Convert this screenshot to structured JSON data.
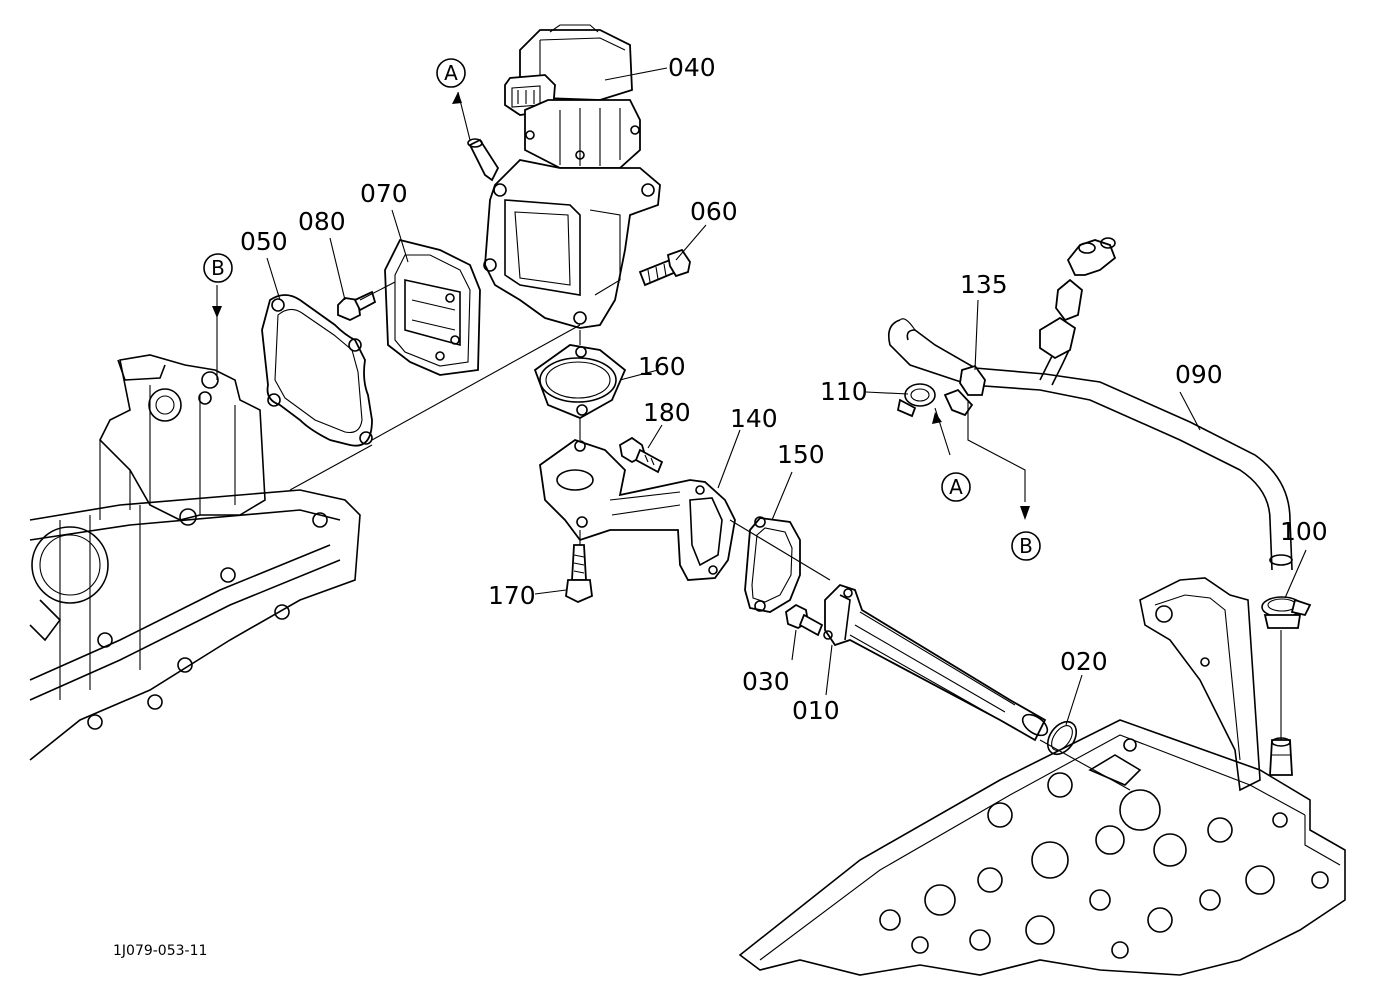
{
  "labels": {
    "p010": "010",
    "p020": "020",
    "p030": "030",
    "p040": "040",
    "p050": "050",
    "p060": "060",
    "p070": "070",
    "p080": "080",
    "p090": "090",
    "p100": "100",
    "p110": "110",
    "p135": "135",
    "p140": "140",
    "p150": "150",
    "p160": "160",
    "p170": "170",
    "p180": "180"
  },
  "refs": {
    "a_top": "A",
    "a_lower": "A",
    "b_left": "B",
    "b_right": "B"
  },
  "caption": "1J079-053-11"
}
